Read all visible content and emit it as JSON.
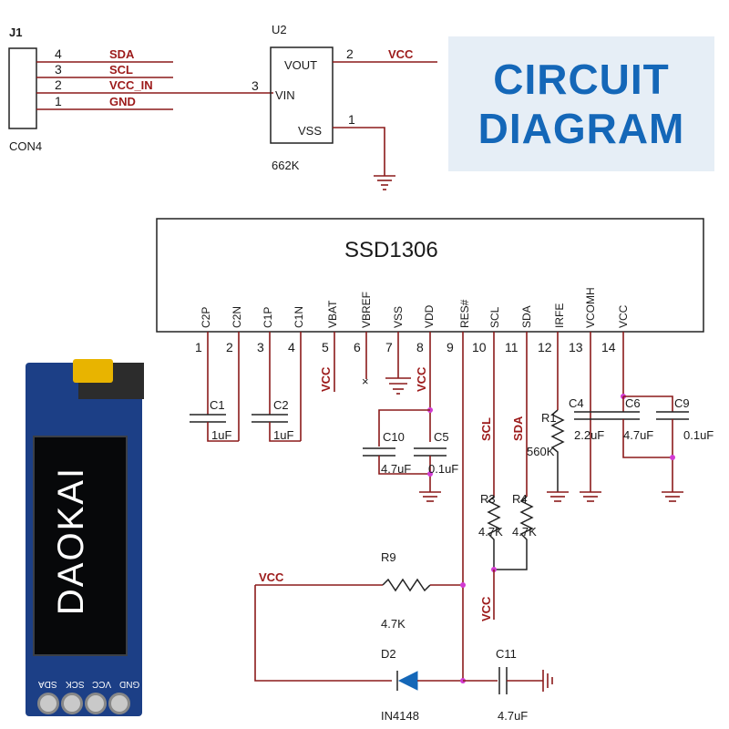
{
  "header": {
    "title_line1": "CIRCUIT",
    "title_line2": "DIAGRAM",
    "title_color": "#1467b8"
  },
  "connector": {
    "ref": "J1",
    "name": "CON4",
    "pins": [
      {
        "num": "4",
        "net": "SDA"
      },
      {
        "num": "3",
        "net": "SCL"
      },
      {
        "num": "2",
        "net": "VCC_IN"
      },
      {
        "num": "1",
        "net": "GND"
      }
    ]
  },
  "regulator": {
    "ref": "U2",
    "part": "662K",
    "vout": "VOUT",
    "vin": "VIN",
    "vss": "VSS",
    "pin_vout": "2",
    "pin_vin": "3",
    "pin_vss": "1",
    "out_net": "VCC"
  },
  "ic": {
    "name": "SSD1306",
    "pins": [
      {
        "num": "1",
        "name": "C2P"
      },
      {
        "num": "2",
        "name": "C2N"
      },
      {
        "num": "3",
        "name": "C1P"
      },
      {
        "num": "4",
        "name": "C1N"
      },
      {
        "num": "5",
        "name": "VBAT"
      },
      {
        "num": "6",
        "name": "VBREF"
      },
      {
        "num": "7",
        "name": "VSS"
      },
      {
        "num": "8",
        "name": "VDD"
      },
      {
        "num": "9",
        "name": "RES#"
      },
      {
        "num": "10",
        "name": "SCL"
      },
      {
        "num": "11",
        "name": "SDA"
      },
      {
        "num": "12",
        "name": "IRFE"
      },
      {
        "num": "13",
        "name": "VCOMH"
      },
      {
        "num": "14",
        "name": "VCC"
      }
    ]
  },
  "nets": {
    "vcc_pin5": "VCC",
    "vcc_pin8": "VCC",
    "scl": "SCL",
    "sda": "SDA",
    "vcc_pullup": "VCC",
    "vcc_res": "VCC"
  },
  "components": {
    "c1": {
      "ref": "C1",
      "value": "1uF"
    },
    "c2": {
      "ref": "C2",
      "value": "1uF"
    },
    "c10": {
      "ref": "C10",
      "value": "4.7uF"
    },
    "c5": {
      "ref": "C5",
      "value": "0.1uF"
    },
    "r1": {
      "ref": "R1",
      "value": "560K"
    },
    "c4": {
      "ref": "C4",
      "value": "2.2uF"
    },
    "c6": {
      "ref": "C6",
      "value": "4.7uF"
    },
    "c9": {
      "ref": "C9",
      "value": "0.1uF"
    },
    "r3": {
      "ref": "R3",
      "value": "4.7K"
    },
    "r4": {
      "ref": "R4",
      "value": "4.7K"
    },
    "r9": {
      "ref": "R9",
      "value": "4.7K"
    },
    "d2": {
      "ref": "D2",
      "value": "IN4148"
    },
    "c11": {
      "ref": "C11",
      "value": "4.7uF"
    }
  },
  "module": {
    "brand": "DAOKAI",
    "pin_labels": [
      "GND",
      "VCC",
      "SCK",
      "SDA"
    ]
  }
}
